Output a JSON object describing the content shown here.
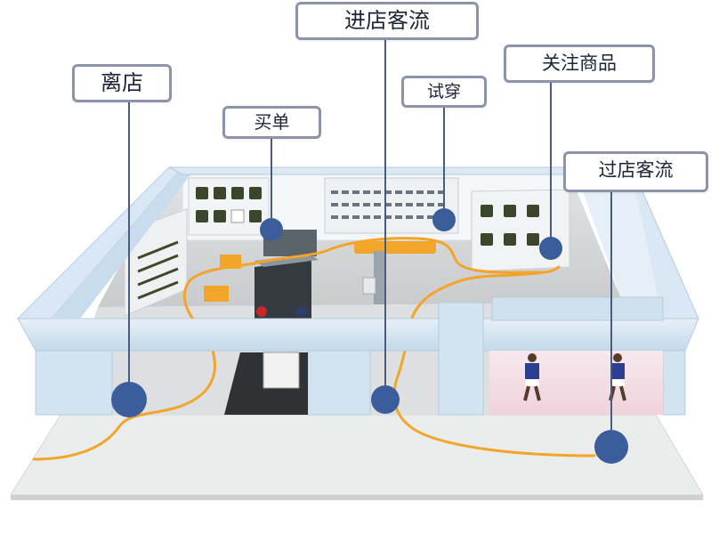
{
  "diagram": {
    "labels": {
      "enter": "进店客流",
      "leave": "离店",
      "pay": "买单",
      "try_on": "试穿",
      "focus": "关注商品",
      "pass_by": "过店客流"
    },
    "colors": {
      "path": "#f2a52a",
      "marker": "#3c5d9b",
      "leader": "#4c5d79",
      "callout_border": "#8c95a8",
      "wall": "#d3e5f3",
      "floor": "#d7d9da",
      "sidewalk": "#e9eaea"
    }
  }
}
